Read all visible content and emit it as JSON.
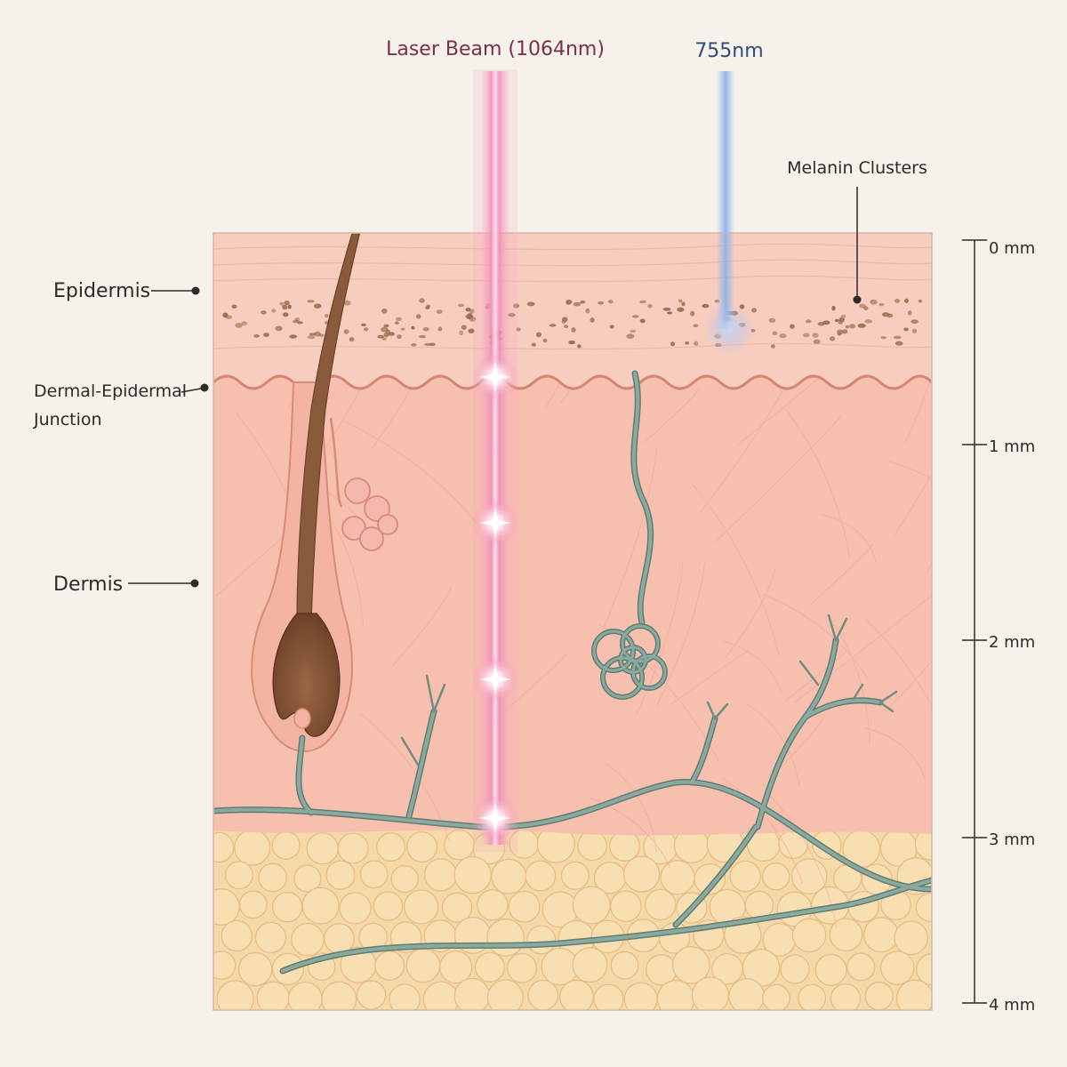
{
  "beams": {
    "primary_label": "Laser Beam (1064nm)",
    "secondary_label": "755nm"
  },
  "labels": {
    "melanin": "Melanin Clusters",
    "epidermis": "Epidermis",
    "dej_line1": "Dermal-Epidermal",
    "dej_line2": "Junction",
    "dermis": "Dermis"
  },
  "scale": {
    "ticks": [
      "0 mm",
      "1 mm",
      "2 mm",
      "3 mm",
      "4 mm"
    ]
  },
  "colors": {
    "background": "#f6f1ea",
    "epidermis": "#f7cdbf",
    "dermis": "#f7bfae",
    "fat": "#f6d9a8",
    "vessel": "#7f9f96",
    "hair": "#8a5a3c",
    "beam_1064": "#f07aa8",
    "beam_755": "#8fb0e6",
    "beam_label_1064": "#7a2f4a",
    "beam_label_755": "#2f4c7a"
  }
}
